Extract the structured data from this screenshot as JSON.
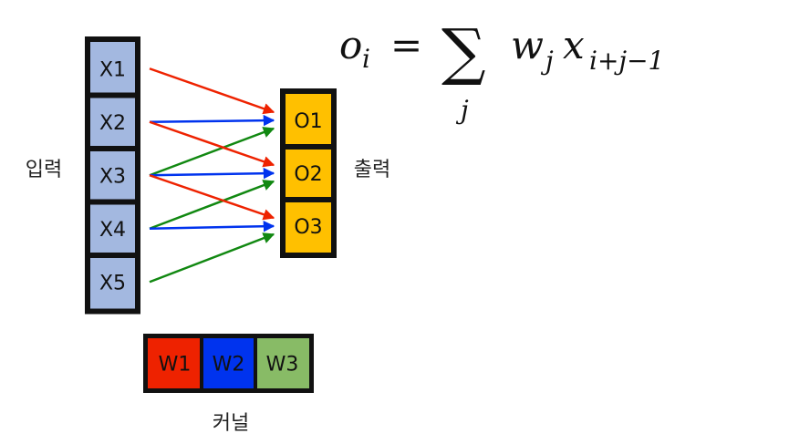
{
  "input_label": "입력",
  "output_label": "출력",
  "kernel_label": "커널",
  "inputs": [
    "X1",
    "X2",
    "X3",
    "X4",
    "X5"
  ],
  "outputs": [
    "O1",
    "O2",
    "O3"
  ],
  "kernel": [
    {
      "label": "W1",
      "color": "#ee2200"
    },
    {
      "label": "W2",
      "color": "#0033ee"
    },
    {
      "label": "W3",
      "color": "#88bb66"
    }
  ],
  "colors": {
    "input_fill": "#a3b8e0",
    "output_fill": "#ffc000",
    "border": "#111111",
    "arrow_w1": "#ee2200",
    "arrow_w2": "#0033ee",
    "arrow_w3": "#118811"
  },
  "arrows": [
    {
      "from": 0,
      "to": 0,
      "weight": 0
    },
    {
      "from": 1,
      "to": 0,
      "weight": 1
    },
    {
      "from": 2,
      "to": 0,
      "weight": 2
    },
    {
      "from": 1,
      "to": 1,
      "weight": 0
    },
    {
      "from": 2,
      "to": 1,
      "weight": 1
    },
    {
      "from": 3,
      "to": 1,
      "weight": 2
    },
    {
      "from": 2,
      "to": 2,
      "weight": 0
    },
    {
      "from": 3,
      "to": 2,
      "weight": 1
    },
    {
      "from": 4,
      "to": 2,
      "weight": 2
    }
  ],
  "formula": {
    "lhs": "o",
    "lhs_sub": "i",
    "equals": "=",
    "sum": "∑",
    "sum_index": "j",
    "w": "w",
    "w_sub": "j",
    "x": "x",
    "x_sub": "i+j−1"
  }
}
